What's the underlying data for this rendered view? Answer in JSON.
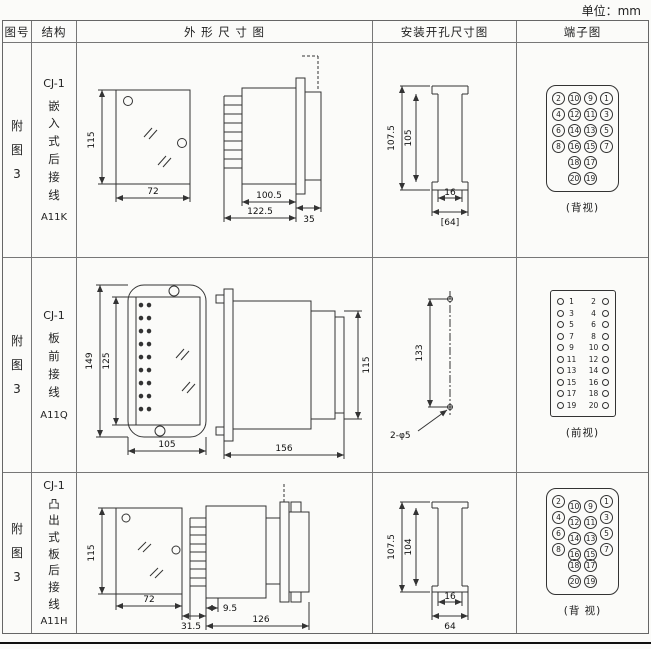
{
  "unit_label": "单位：mm",
  "headers": {
    "fig": "图号",
    "structure": "结构",
    "outline": "外 形 尺 寸 图",
    "mounting": "安装开孔尺寸图",
    "terminal": "端子图"
  },
  "rows": [
    {
      "fig": "附图3",
      "model": "CJ-1",
      "name": "嵌入式后接线",
      "code": "A11K",
      "outline_dims": {
        "height": "115",
        "width": "72",
        "body": "100.5",
        "total": "122.5",
        "flange": "35"
      },
      "mounting_dims": {
        "outer": "107.5",
        "inner": "105",
        "slot": "16",
        "span": "[64]"
      },
      "terminal": {
        "view": "(背视)",
        "layout": "grid",
        "rows": [
          [
            "2",
            "10",
            "9",
            "1"
          ],
          [
            "4",
            "12",
            "11",
            "3"
          ],
          [
            "6",
            "14",
            "13",
            "5"
          ],
          [
            "8",
            "16",
            "15",
            "7"
          ],
          [
            "18",
            "17"
          ],
          [
            "20",
            "19"
          ]
        ]
      }
    },
    {
      "fig": "附图3",
      "model": "CJ-1",
      "name": "板前接线",
      "code": "A11Q",
      "outline_dims": {
        "outer_h": "149",
        "inner_h": "125",
        "width": "105",
        "length": "156",
        "height": "115"
      },
      "mounting_dims": {
        "span": "133",
        "holes": "2-φ5"
      },
      "terminal": {
        "view": "(前视)",
        "layout": "pairs",
        "rows": [
          [
            "1",
            "2"
          ],
          [
            "3",
            "4"
          ],
          [
            "5",
            "6"
          ],
          [
            "7",
            "8"
          ],
          [
            "9",
            "10"
          ],
          [
            "11",
            "12"
          ],
          [
            "13",
            "14"
          ],
          [
            "15",
            "16"
          ],
          [
            "17",
            "18"
          ],
          [
            "19",
            "20"
          ]
        ]
      }
    },
    {
      "fig": "附图3",
      "model": "CJ-1",
      "name": "凸出式板后接线",
      "code": "A11H",
      "outline_dims": {
        "height": "115",
        "width": "72",
        "pins": "31.5",
        "gap": "9.5",
        "length": "126"
      },
      "mounting_dims": {
        "outer": "107.5",
        "inner": "104",
        "slot": "16",
        "span": "64"
      },
      "terminal": {
        "view": "(背 视)",
        "layout": "grid-staggered",
        "rows": [
          [
            "2",
            "10",
            "9",
            "1"
          ],
          [
            "4",
            "12",
            "11",
            "3"
          ],
          [
            "6",
            "14",
            "13",
            "5"
          ],
          [
            "8",
            "16",
            "15",
            "7"
          ],
          [
            "18",
            "17"
          ],
          [
            "20",
            "19"
          ]
        ]
      }
    }
  ]
}
